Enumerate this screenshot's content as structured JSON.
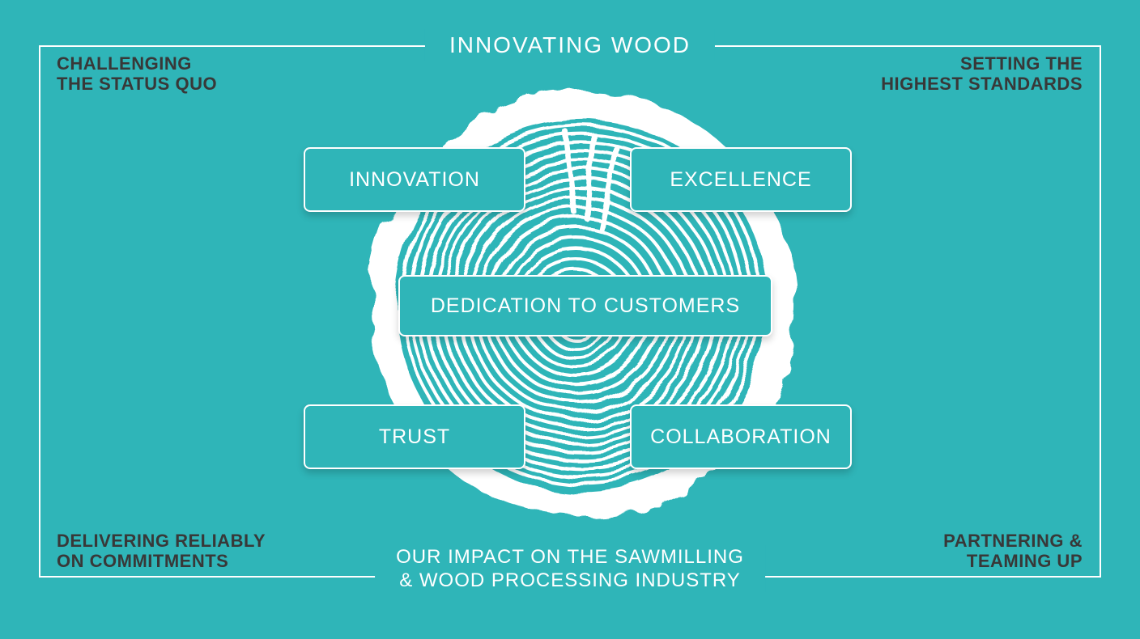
{
  "colors": {
    "background": "#2fb5b8",
    "frame": "#ffffff",
    "corner_text": "#383838",
    "box_border": "#ffffff",
    "box_text": "#ffffff"
  },
  "header": {
    "title": "INNOVATING WOOD"
  },
  "corners": {
    "top_left": {
      "line1": "CHALLENGING",
      "line2": "THE STATUS QUO"
    },
    "top_right": {
      "line1": "SETTING THE",
      "line2": "HIGHEST STANDARDS"
    },
    "bottom_left": {
      "line1": "DELIVERING RELIABLY",
      "line2": "ON COMMITMENTS"
    },
    "bottom_right": {
      "line1": "PARTNERING &",
      "line2": "TEAMING UP"
    }
  },
  "values": [
    {
      "label": "INNOVATION"
    },
    {
      "label": "EXCELLENCE"
    },
    {
      "label": "DEDICATION TO CUSTOMERS"
    },
    {
      "label": "TRUST"
    },
    {
      "label": "COLLABORATION"
    }
  ],
  "footer": {
    "line1": "OUR IMPACT ON THE SAWMILLING",
    "line2": "& WOOD PROCESSING INDUSTRY"
  }
}
